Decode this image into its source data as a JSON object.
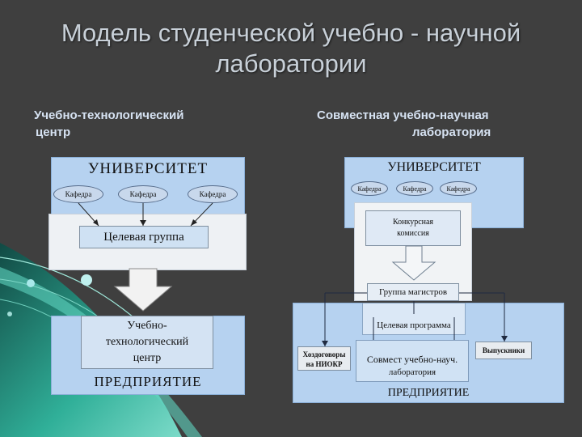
{
  "title": {
    "line1": "Модель студенческой учебно - научной",
    "line2": "лаборатории"
  },
  "left": {
    "heading_line1": "Учебно-технологический",
    "heading_line2": "центр",
    "university": "УНИВЕРСИТЕТ",
    "departments": [
      "Кафедра",
      "Кафедра",
      "Кафедра"
    ],
    "target_group": "Целевая группа",
    "center_line1": "Учебно-",
    "center_line2": "технологический",
    "center_line3": "центр",
    "enterprise": "ПРЕДПРИЯТИЕ"
  },
  "right": {
    "heading_line1": "Совместная учебно-научная",
    "heading_line2": "лаборатория",
    "university": "УНИВЕРСИТЕТ",
    "departments": [
      "Кафедра",
      "Кафедра",
      "Кафедра"
    ],
    "commission_line1": "Конкурсная",
    "commission_line2": "комиссия",
    "masters_group": "Группа магистров",
    "target_program": "Целевая программа",
    "contracts_line1": "Хоздоговоры",
    "contracts_line2": "на НИОКР",
    "graduates": "Выпускники",
    "lab_line1": "Совмест учебно-науч.",
    "lab_line2": "лаборатория",
    "enterprise": "ПРЕДПРИЯТИЕ"
  },
  "colors": {
    "background": "#3f3f3f",
    "panel": "#b6d2f0",
    "box": "#e8ecf0",
    "title": "#c8d0d8",
    "heading": "#d6e2f2",
    "accent_teal": "#3fc6b0"
  }
}
